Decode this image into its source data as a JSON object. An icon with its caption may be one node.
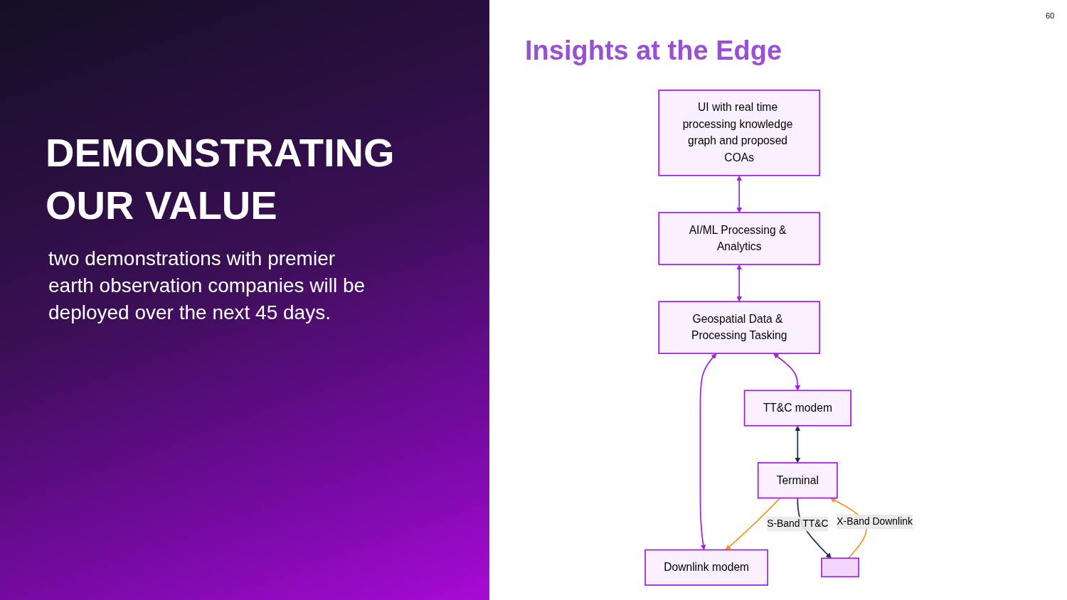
{
  "diagram": {
    "title": "DEMONSTRATING OUR VALUE",
    "nodes": [
      {
        "text": [
          "UI with real time processing knowledge graph and proposed COAs"
        ]
      },
      {
        "text": [
          "AI/ML Processing & Analytics"
        ]
      },
      {
        "text": [],
        "shape": "box"
      },
      {
        "text": [
          "Downlink modem"
        ]
      },
      {
        "text": [
          "Geospatial Data & Processing Tasking"
        ]
      },
      {
        "text": [
          "Terminal"
        ]
      },
      {
        "text": [
          "TT&C modem"
        ]
      }
    ],
    "edges": [
      {
        "from": 0,
        "to": 1,
        "arrow": "both"
      },
      {
        "from": 1,
        "to": 4,
        "arrow": "both"
      },
      {
        "from": 4,
        "to": 3,
        "arrow": "both"
      },
      {
        "from": 4,
        "to": 6,
        "arrow": "both"
      },
      {
        "from": 5,
        "to": 3,
        "arrow": "to",
        "color": "#f7941d"
      },
      {
        "from": 2,
        "to": 5,
        "arrow": "to",
        "label": "X-Band Downlink",
        "color": "#f7941d"
      },
      {
        "from": 5,
        "to": 2,
        "arrow": "to",
        "label": "S-Band TT&C",
        "color": "#1f2d4d"
      },
      {
        "from": 6,
        "to": 5,
        "arrow": "both",
        "color": "#1f2d4d"
      }
    ],
    "labels": [
      "two demonstrations with premier earth observation companies will be deployed over the next 45 days.",
      "Insights at the Edge",
      "60"
    ]
  }
}
